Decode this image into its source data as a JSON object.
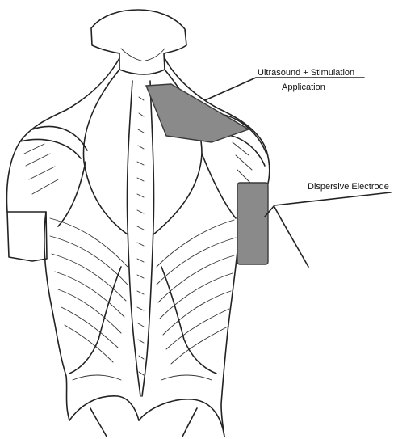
{
  "labels": {
    "application_line1": "Ultrasound + Stimulation",
    "application_line2": "Application",
    "dispersive": "Dispersive Electrode"
  },
  "colors": {
    "pad_fill": "#8a8a8a",
    "pad_stroke": "#3a3a3a",
    "line_art": "#222222"
  }
}
